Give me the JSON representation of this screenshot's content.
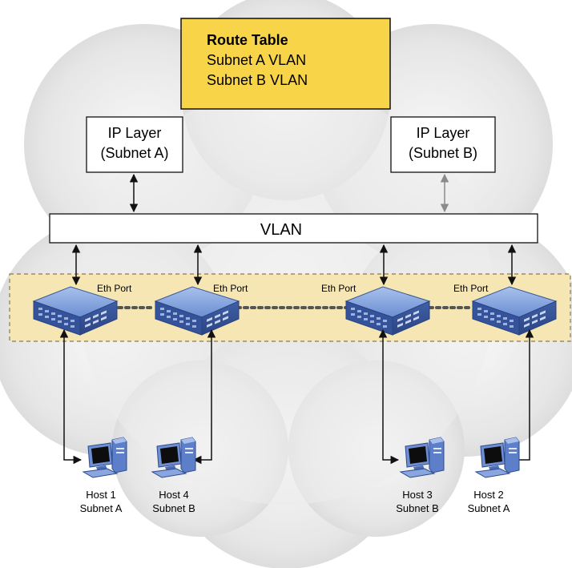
{
  "route_table": {
    "title": "Route Table",
    "line1": "Subnet A VLAN",
    "line2": "Subnet B VLAN"
  },
  "ip_layers": [
    {
      "line1": "IP Layer",
      "line2": "(Subnet A)"
    },
    {
      "line1": "IP Layer",
      "line2": "(Subnet B)"
    }
  ],
  "vlan": {
    "label": "VLAN"
  },
  "eth_ports": [
    "Eth Port",
    "Eth Port",
    "Eth Port",
    "Eth Port"
  ],
  "hosts": [
    {
      "name": "Host 1",
      "subnet": "Subnet A"
    },
    {
      "name": "Host 4",
      "subnet": "Subnet B"
    },
    {
      "name": "Host 3",
      "subnet": "Subnet B"
    },
    {
      "name": "Host 2",
      "subnet": "Subnet A"
    }
  ],
  "colors": {
    "route_table_fill": "#f8d548",
    "eth_band_fill": "#f6e6b4",
    "switch_blue": "#4d6fb8",
    "gray_arrow": "#8a8a8a",
    "cloud": "#e4e4e4"
  }
}
